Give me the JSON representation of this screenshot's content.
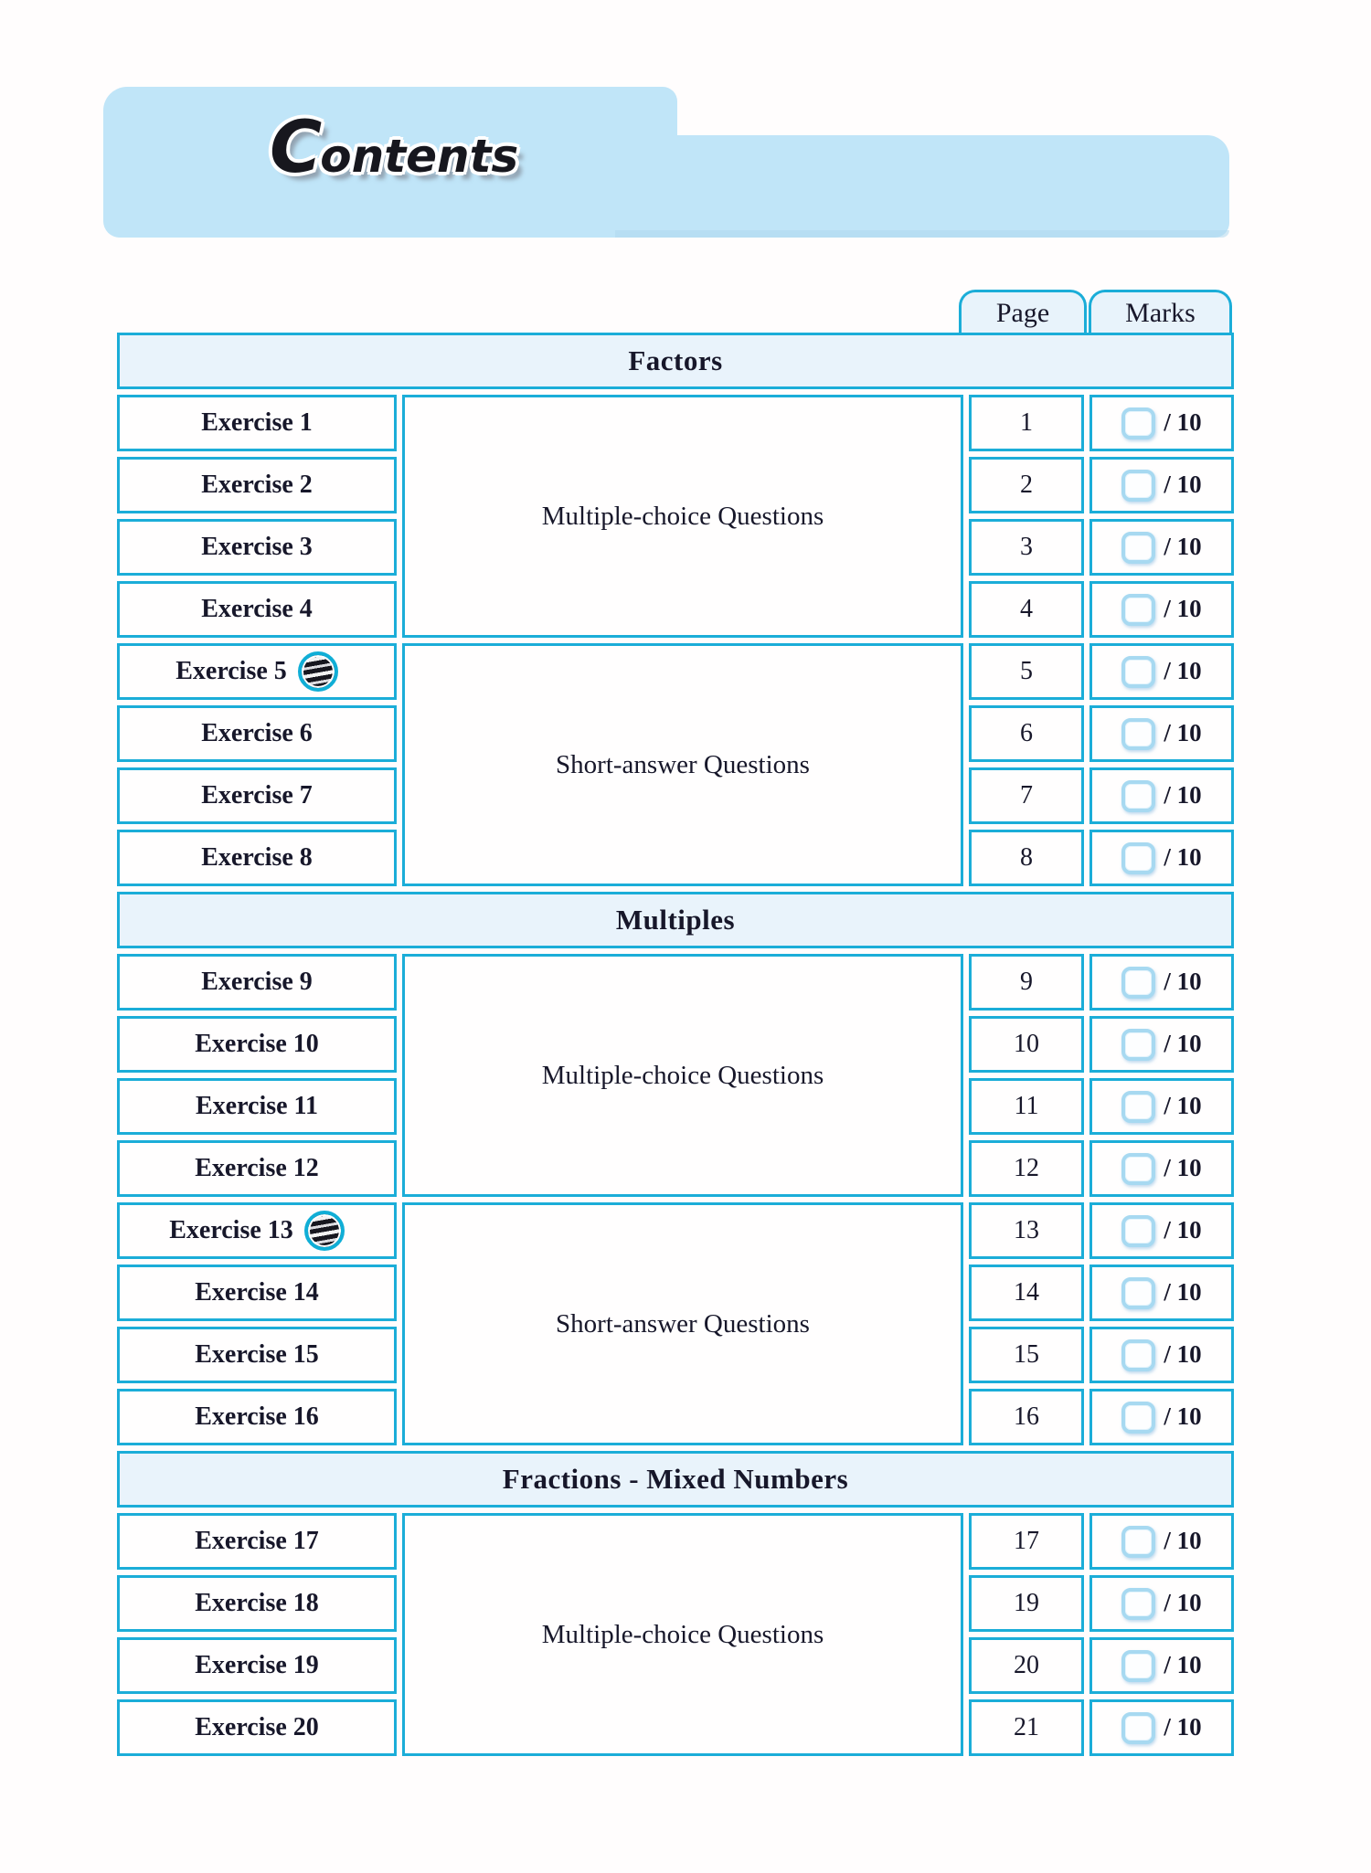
{
  "header": {
    "title": "Contents",
    "title_initial": "C",
    "title_rest": "ontents"
  },
  "colors": {
    "header_blue": "#c0e5f8",
    "table_border_cyan": "#1badd8",
    "section_fill": "#e9f3fb",
    "checkbox_border": "#a7d9f1",
    "text": "#17172a"
  },
  "table": {
    "page_header": "Page",
    "marks_header": "Marks",
    "marks_label": "/ 10",
    "sections": [
      {
        "title": "Factors",
        "groups": [
          {
            "label": "Multiple-choice Questions",
            "rows": [
              {
                "exercise": "Exercise 1",
                "page": "1"
              },
              {
                "exercise": "Exercise 2",
                "page": "2"
              },
              {
                "exercise": "Exercise 3",
                "page": "3"
              },
              {
                "exercise": "Exercise 4",
                "page": "4"
              }
            ]
          },
          {
            "label": "Short-answer Questions",
            "rows": [
              {
                "exercise": "Exercise 5",
                "page": "5",
                "badge_icon": "striped-ball-icon"
              },
              {
                "exercise": "Exercise 6",
                "page": "6"
              },
              {
                "exercise": "Exercise 7",
                "page": "7"
              },
              {
                "exercise": "Exercise 8",
                "page": "8"
              }
            ]
          }
        ]
      },
      {
        "title": "Multiples",
        "groups": [
          {
            "label": "Multiple-choice Questions",
            "rows": [
              {
                "exercise": "Exercise 9",
                "page": "9"
              },
              {
                "exercise": "Exercise 10",
                "page": "10"
              },
              {
                "exercise": "Exercise 11",
                "page": "11"
              },
              {
                "exercise": "Exercise 12",
                "page": "12"
              }
            ]
          },
          {
            "label": "Short-answer Questions",
            "rows": [
              {
                "exercise": "Exercise 13",
                "page": "13",
                "badge_icon": "striped-ball-icon"
              },
              {
                "exercise": "Exercise 14",
                "page": "14"
              },
              {
                "exercise": "Exercise 15",
                "page": "15"
              },
              {
                "exercise": "Exercise 16",
                "page": "16"
              }
            ]
          }
        ]
      },
      {
        "title": "Fractions - Mixed Numbers",
        "groups": [
          {
            "label": "Multiple-choice Questions",
            "rows": [
              {
                "exercise": "Exercise 17",
                "page": "17"
              },
              {
                "exercise": "Exercise 18",
                "page": "19"
              },
              {
                "exercise": "Exercise 19",
                "page": "20"
              },
              {
                "exercise": "Exercise 20",
                "page": "21"
              }
            ]
          }
        ]
      }
    ]
  }
}
